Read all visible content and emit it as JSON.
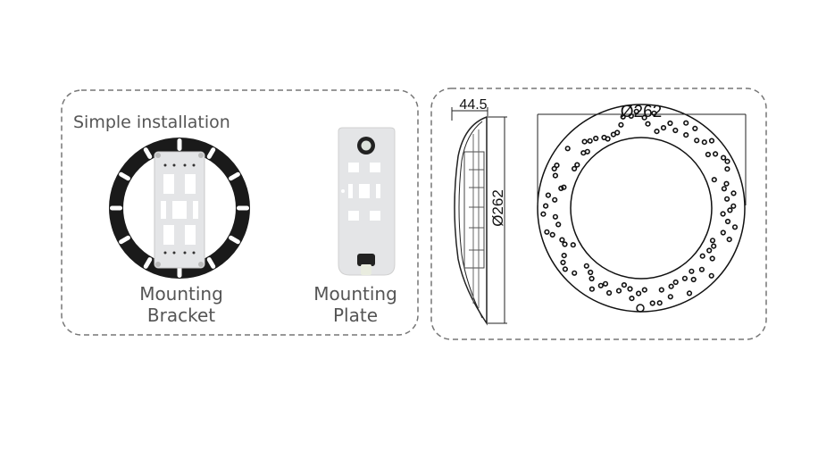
{
  "installation_panel": {
    "title": "Simple installation",
    "bracket_label_line1": "Mounting",
    "bracket_label_line2": "Bracket",
    "plate_label_line1": "Mounting",
    "plate_label_line2": "Plate"
  },
  "dimensions_panel": {
    "depth_label": "44.5",
    "diameter_top_label": "Ø262",
    "diameter_side_label": "Ø262"
  },
  "colors": {
    "border": "#777777",
    "text": "#555555",
    "bracket_ring": "#1a1a1a",
    "plate": "#e4e5e7"
  }
}
